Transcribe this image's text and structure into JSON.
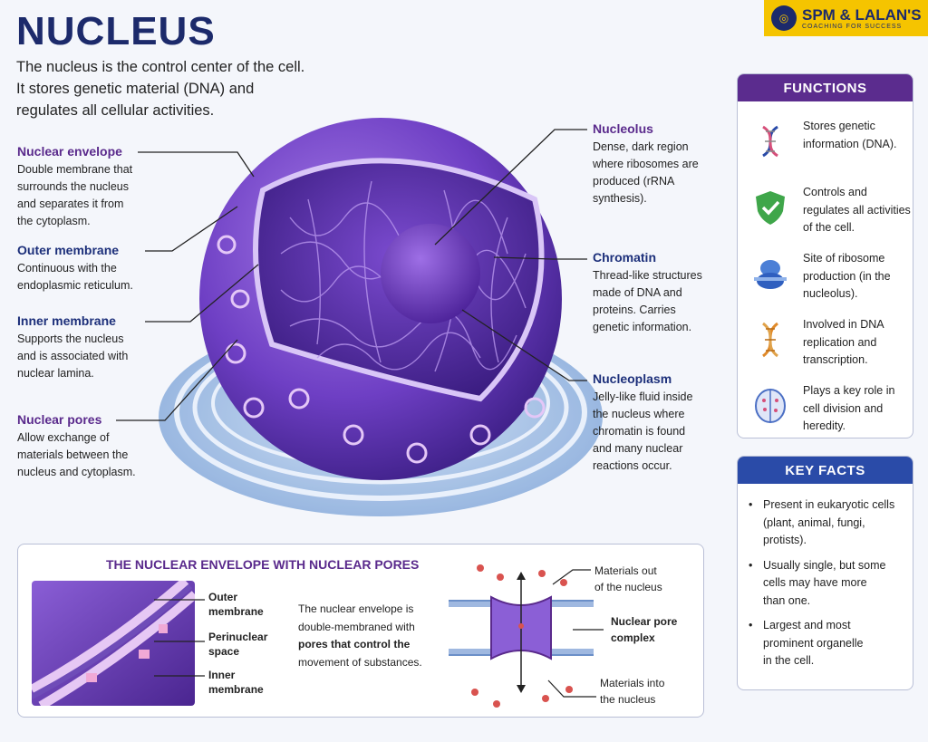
{
  "header": {
    "title": "NUCLEUS",
    "intro": [
      "The nucleus is the control center of the cell.",
      "It stores genetic material (DNA) and",
      "regulates all cellular activities."
    ]
  },
  "brand": {
    "name": "SPM & LALAN'S",
    "tagline": "COACHING FOR SUCCESS"
  },
  "labels_left": [
    {
      "title": "Nuclear envelope",
      "desc": [
        "Double membrane that",
        "surrounds the nucleus",
        "and separates it from",
        "the cytoplasm."
      ]
    },
    {
      "title": "Outer membrane",
      "desc": [
        "Continuous with the",
        "endoplasmic reticulum."
      ]
    },
    {
      "title": "Inner membrane",
      "desc": [
        "Supports the nucleus",
        "and is associated with",
        "nuclear lamina."
      ]
    },
    {
      "title": "Nuclear pores",
      "desc": [
        "Allow exchange of",
        "materials between the",
        "nucleus and cytoplasm."
      ]
    }
  ],
  "labels_right": [
    {
      "title": "Nucleolus",
      "desc": [
        "Dense, dark region",
        "where ribosomes are",
        "produced (rRNA",
        "synthesis)."
      ]
    },
    {
      "title": "Chromatin",
      "desc": [
        "Thread-like structures",
        "made of DNA and",
        "proteins. Carries",
        "genetic information."
      ]
    },
    {
      "title": "Nucleoplasm",
      "desc": [
        "Jelly-like fluid inside",
        "the nucleus where",
        "chromatin is found",
        "and many nuclear",
        "reactions occur."
      ]
    }
  ],
  "functions": {
    "heading": "FUNCTIONS",
    "items": [
      {
        "icon": "dna-icon",
        "text": [
          "Stores genetic",
          "information (DNA)."
        ]
      },
      {
        "icon": "shield-check-icon",
        "text": [
          "Controls and",
          "regulates all activities",
          "of the cell."
        ]
      },
      {
        "icon": "ribosome-icon",
        "text": [
          "Site of ribosome",
          "production (in the",
          "nucleolus)."
        ]
      },
      {
        "icon": "dna-replication-icon",
        "text": [
          "Involved in DNA",
          "replication and",
          "transcription."
        ]
      },
      {
        "icon": "cell-division-icon",
        "text": [
          "Plays a key role in",
          "cell division and",
          "heredity."
        ]
      }
    ]
  },
  "key_facts": {
    "heading": "KEY FACTS",
    "items": [
      [
        "Present in eukaryotic cells",
        "(plant, animal, fungi,",
        "protists)."
      ],
      [
        "Usually single, but some",
        "cells may have more",
        "than one."
      ],
      [
        "Largest and most",
        "prominent organelle",
        "in the cell."
      ]
    ]
  },
  "pores_panel": {
    "title": "THE NUCLEAR ENVELOPE WITH NUCLEAR PORES",
    "inset_labels": {
      "outer": [
        "Outer",
        "membrane"
      ],
      "perinuclear": [
        "Perinuclear",
        "space"
      ],
      "inner": [
        "Inner",
        "membrane"
      ]
    },
    "description": {
      "line1": "The nuclear envelope is",
      "line2a": "double-membraned with",
      "line3b": "pores that control the",
      "line4": "movement of substances."
    },
    "pore_labels": {
      "out": [
        "Materials out",
        "of the nucleus"
      ],
      "complex": [
        "Nuclear pore",
        "complex"
      ],
      "in": [
        "Materials into",
        "the nucleus"
      ]
    }
  },
  "colors": {
    "navy": "#1c2a6b",
    "purple": "#5a2a8c",
    "functions_head": "#5b2c8e",
    "facts_head": "#2a4ba8",
    "brand_yellow": "#f5c400"
  }
}
